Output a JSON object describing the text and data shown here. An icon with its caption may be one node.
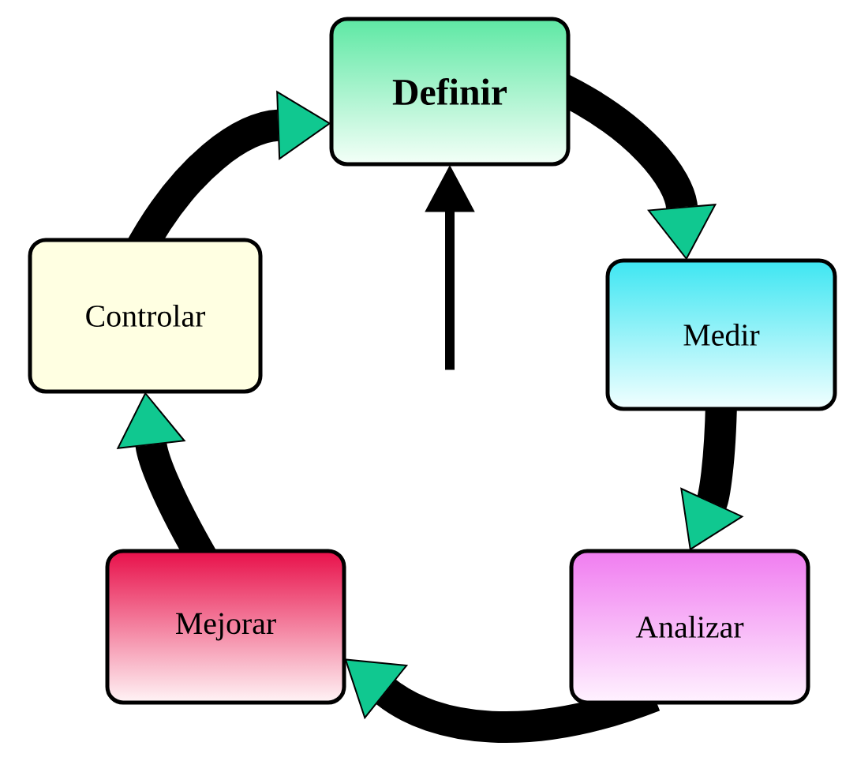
{
  "diagram": {
    "nodes": [
      {
        "text": [
          "Definir"
        ]
      },
      {
        "text": [
          "Medir"
        ]
      },
      {
        "text": [
          "Analizar"
        ]
      },
      {
        "text": [
          "Mejorar"
        ]
      },
      {
        "text": [
          "Controlar"
        ]
      }
    ],
    "edges": [
      {
        "from": 0,
        "to": 1,
        "arrow": "to"
      },
      {
        "from": 1,
        "to": 2,
        "arrow": "to"
      },
      {
        "from": 2,
        "to": 3,
        "arrow": "to"
      },
      {
        "from": 3,
        "to": 4,
        "arrow": "to"
      },
      {
        "from": 4,
        "to": 0,
        "arrow": "to"
      },
      {
        "from": null,
        "to": 0,
        "arrow": "to"
      }
    ]
  }
}
